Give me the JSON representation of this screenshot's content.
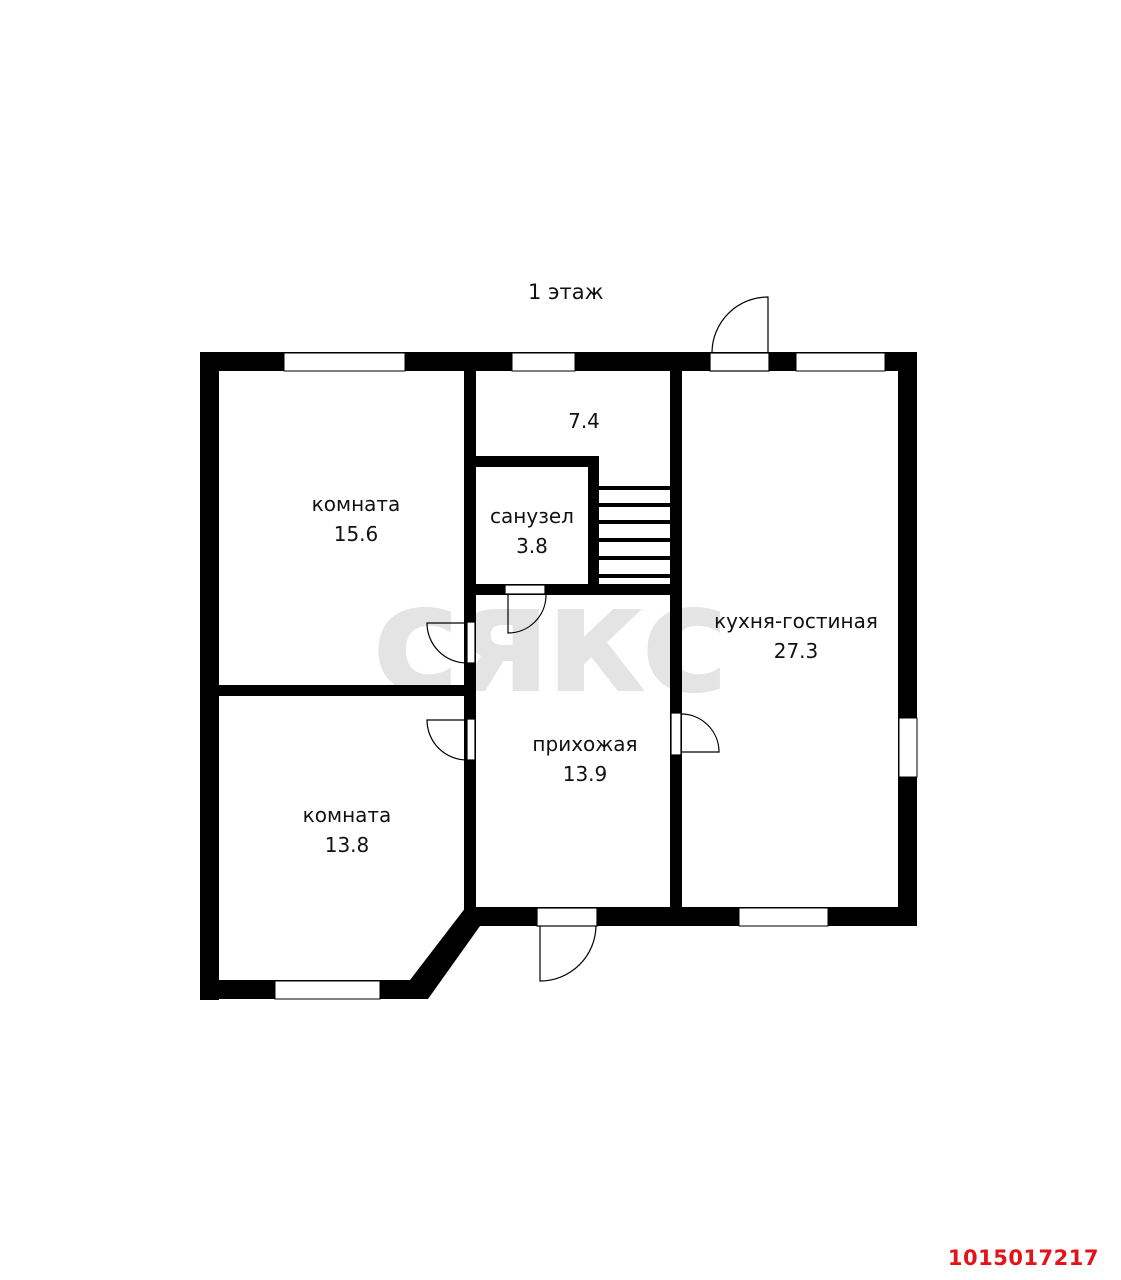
{
  "floor_title": "1 этаж",
  "watermark": "сякс",
  "listing_id": "1015017217",
  "colors": {
    "wall": "#000000",
    "window": "#ffffff",
    "watermark": "#e4e4e4",
    "listing_id": "#e3121b"
  },
  "rooms": [
    {
      "name": "комната",
      "area": "15.6"
    },
    {
      "name": "",
      "area": "7.4"
    },
    {
      "name": "санузел",
      "area": "3.8"
    },
    {
      "name": "кухня-гостиная",
      "area": "27.3"
    },
    {
      "name": "прихожая",
      "area": "13.9"
    },
    {
      "name": "комната",
      "area": "13.8"
    }
  ]
}
